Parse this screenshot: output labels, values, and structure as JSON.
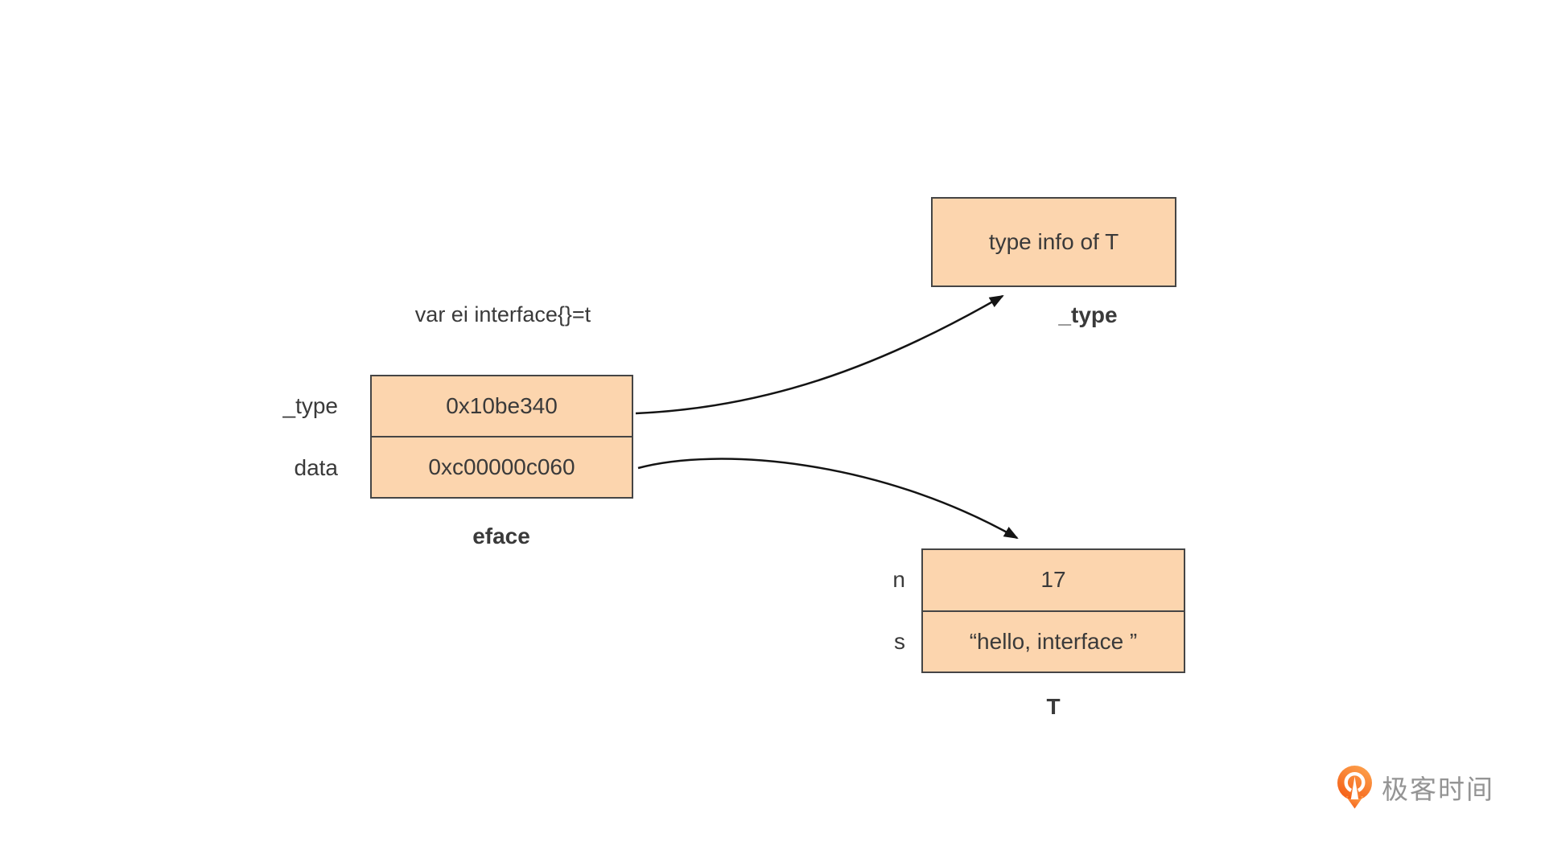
{
  "diagram": {
    "declaration": "var ei interface{}=t",
    "eface": {
      "caption": "eface",
      "fields": [
        {
          "label": "_type",
          "value": "0x10be340"
        },
        {
          "label": "data",
          "value": "0xc00000c060"
        }
      ]
    },
    "type_info": {
      "text": "type info of T",
      "caption": "_type"
    },
    "t_struct": {
      "caption": "T",
      "fields": [
        {
          "label": "n",
          "value": "17"
        },
        {
          "label": "s",
          "value": "“hello, interface ”"
        }
      ]
    },
    "arrows": [
      {
        "name": "eface _type pointer",
        "from": "eface._type",
        "to": "type info of T"
      },
      {
        "name": "eface data pointer",
        "from": "eface.data",
        "to": "T"
      }
    ]
  },
  "colors": {
    "box_fill": "#fcd5ae",
    "box_border": "#454545",
    "text": "#3a3a3a",
    "arrow": "#141414",
    "logo_orange_light": "#fda14c",
    "logo_orange_dark": "#f45d16",
    "logo_text_gray": "#949494"
  },
  "logo": {
    "text": "极客时间",
    "icon": "geektime-pin-icon"
  }
}
